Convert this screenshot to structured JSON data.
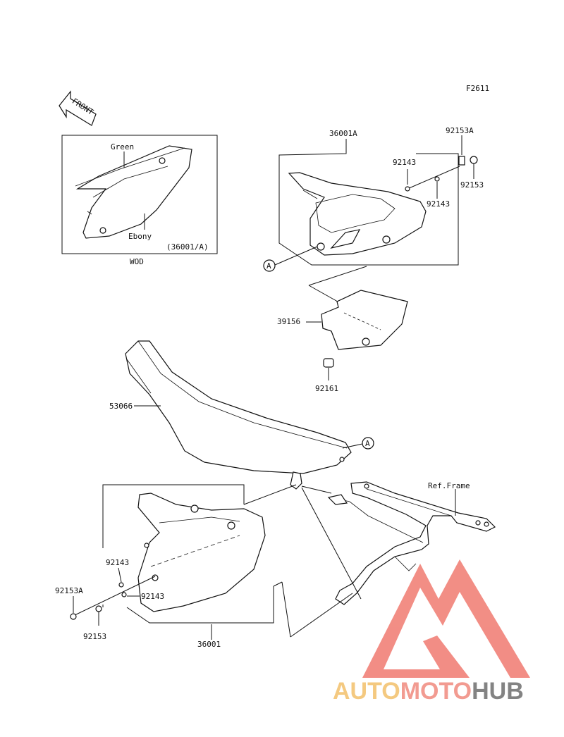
{
  "figure_code": "F2611",
  "front_label": "FRONT",
  "inset": {
    "label_green": "Green",
    "label_ebony": "Ebony",
    "ref": "(36001/A)",
    "caption": "WOD"
  },
  "parts": {
    "p36001A": "36001A",
    "p92153A_top": "92153A",
    "p92143_top1": "92143",
    "p92153_top": "92153",
    "p92143_top2": "92143",
    "p39156": "39156",
    "p92161": "92161",
    "p53066": "53066",
    "ref_frame": "Ref.Frame",
    "p92143_bot1": "92143",
    "p92153A_bot": "92153A",
    "p92143_bot2": "92143",
    "p92153_bot": "92153",
    "p36001": "36001"
  },
  "callouts": {
    "a_top": "A",
    "a_seat": "A"
  },
  "watermark": {
    "part1": "AUTO",
    "part2": "MOTO",
    "part3": "HUB",
    "color1": "#f3c06a",
    "color2": "#f08a7e",
    "color3": "#6e6e6e",
    "logo_color": "#f07a70"
  }
}
